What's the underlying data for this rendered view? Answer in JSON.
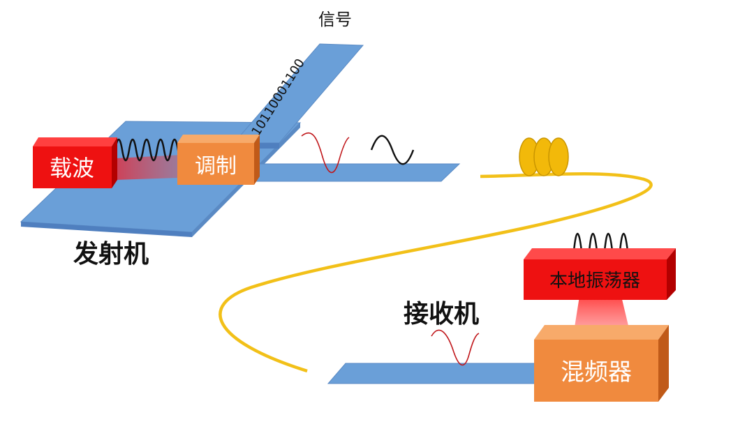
{
  "labels": {
    "signal": "信号",
    "bits": "10110001100",
    "carrier": "载波",
    "modulation": "调制",
    "transmitter": "发射机",
    "receiver": "接收机",
    "local_oscillator": "本地振荡器",
    "mixer": "混频器"
  },
  "colors": {
    "panel_blue": "#6a9fd8",
    "carrier_red": "#ee1111",
    "modulator_orange": "#f08a3e",
    "cable_gold": "#f2c018",
    "wave_red": "#c0161a",
    "wave_black": "#111111"
  }
}
